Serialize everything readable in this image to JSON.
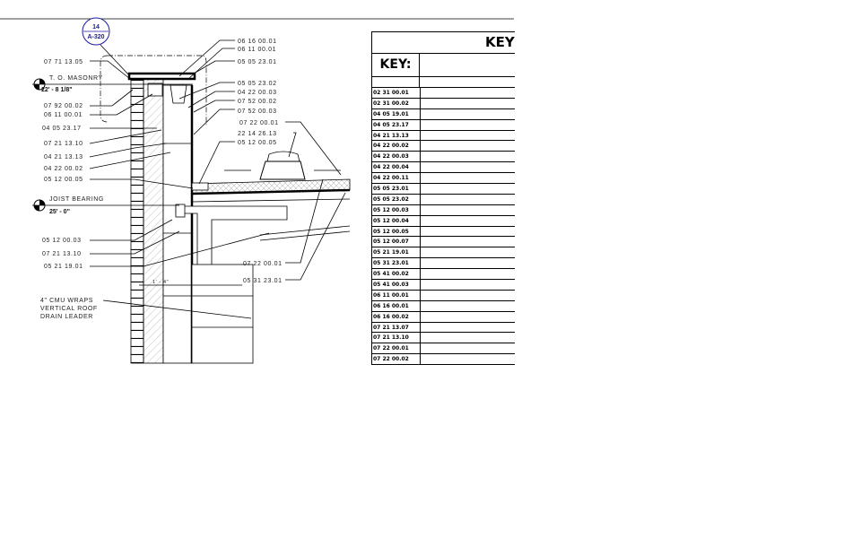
{
  "section_marker": {
    "number": "14",
    "sheet": "A-320"
  },
  "left_labels": [
    {
      "text": "07 71 13.05"
    },
    {
      "text": "07 92 00.02"
    },
    {
      "text": "06 11 00.01"
    },
    {
      "text": "04 05 23.17"
    },
    {
      "text": "07 21 13.10"
    },
    {
      "text": "04 21 13.13"
    },
    {
      "text": "04 22 00.02"
    },
    {
      "text": "05 12 00.05"
    },
    {
      "text": "05 12 00.03"
    },
    {
      "text": "07 21 13.10"
    },
    {
      "text": "05 21 19.01"
    }
  ],
  "elevations": [
    {
      "name": "T. O. MASONRY",
      "value": "22' - 8 1/8\""
    },
    {
      "name": "JOIST BEARING",
      "value": "25' - 0\""
    }
  ],
  "note_lines": [
    "4\" CMU WRAPS",
    "VERTICAL ROOF",
    "DRAIN LEADER"
  ],
  "right_labels": [
    {
      "text": "06 16 00.01"
    },
    {
      "text": "06 11 00.01"
    },
    {
      "text": "05 05 23.01"
    },
    {
      "text": "05 05 23.02"
    },
    {
      "text": "04 22 00.03"
    },
    {
      "text": "07 52 00.02"
    },
    {
      "text": "07 52 00.03"
    },
    {
      "text": "07 22 00.01"
    },
    {
      "text": "22 14 26.13"
    },
    {
      "text": "05 12 00.05"
    }
  ],
  "bottom_labels": [
    {
      "text": "07 22 00.01"
    },
    {
      "text": "05 31 23.01"
    }
  ],
  "dimension": "1' - 4\"",
  "key_table": {
    "title": "KEY",
    "key_header": "KEY:",
    "rows": [
      "02 31 00.01",
      "02 31 00.02",
      "04 05 19.01",
      "04 05 23.17",
      "04 21 13.13",
      "04 22 00.02",
      "04 22 00.03",
      "04 22 00.04",
      "04 22 00.11",
      "05 05 23.01",
      "05 05 23.02",
      "05 12 00.03",
      "05 12 00.04",
      "05 12 00.05",
      "05 12 00.07",
      "05 21 19.01",
      "05 31 23.01",
      "05 41 00.02",
      "05 41 00.03",
      "06 11 00.01",
      "06 16 00.01",
      "06 16 00.02",
      "07 21 13.07",
      "07 21 13.10",
      "07 22 00.01",
      "07 22 00.02"
    ]
  }
}
